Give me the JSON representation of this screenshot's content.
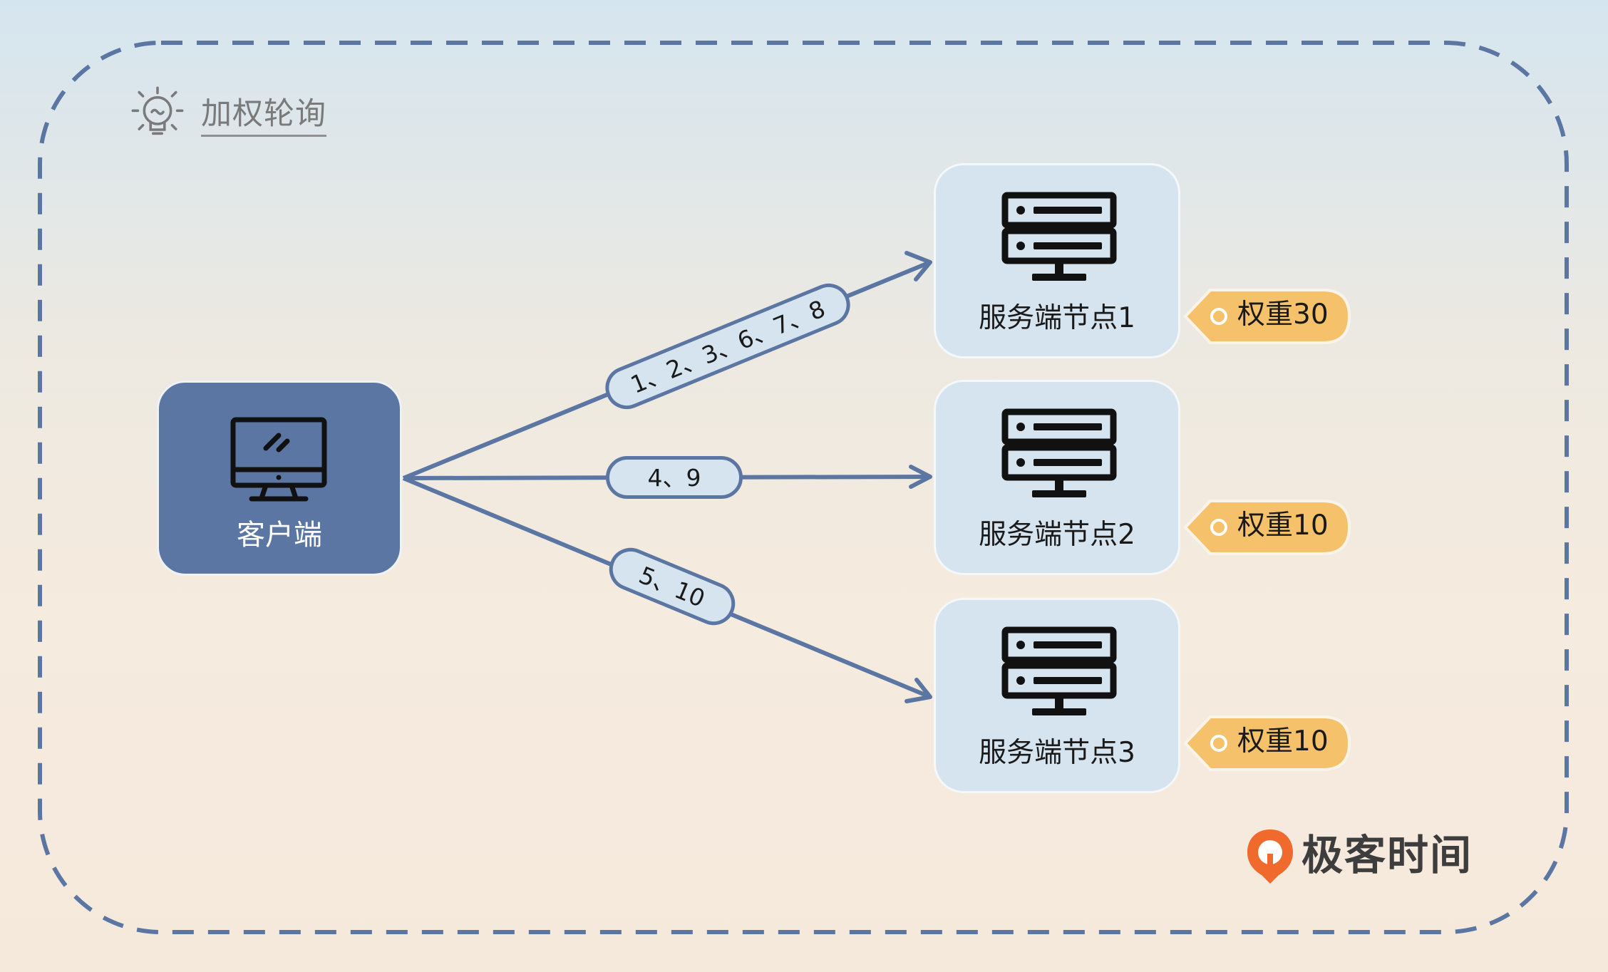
{
  "title": "加权轮询",
  "client": {
    "label": "客户端"
  },
  "servers": [
    {
      "label": "服务端节点1",
      "weight": "权重30"
    },
    {
      "label": "服务端节点2",
      "weight": "权重10"
    },
    {
      "label": "服务端节点3",
      "weight": "权重10"
    }
  ],
  "edges": [
    {
      "label": "1、2、3、6、7、8",
      "target": "服务端节点1"
    },
    {
      "label": "4、9",
      "target": "服务端节点2"
    },
    {
      "label": "5、10",
      "target": "服务端节点3"
    }
  ],
  "brand": {
    "name": "极客时间"
  },
  "colors": {
    "node_blue": "#5b76a3",
    "node_light": "#d6e4ef",
    "weight_tag": "#f5c26b",
    "brand_orange": "#ef6a2c"
  },
  "icons": {
    "title": "lightbulb-icon",
    "client": "monitor-icon",
    "server": "server-icon",
    "brand": "geektime-logo-icon"
  }
}
